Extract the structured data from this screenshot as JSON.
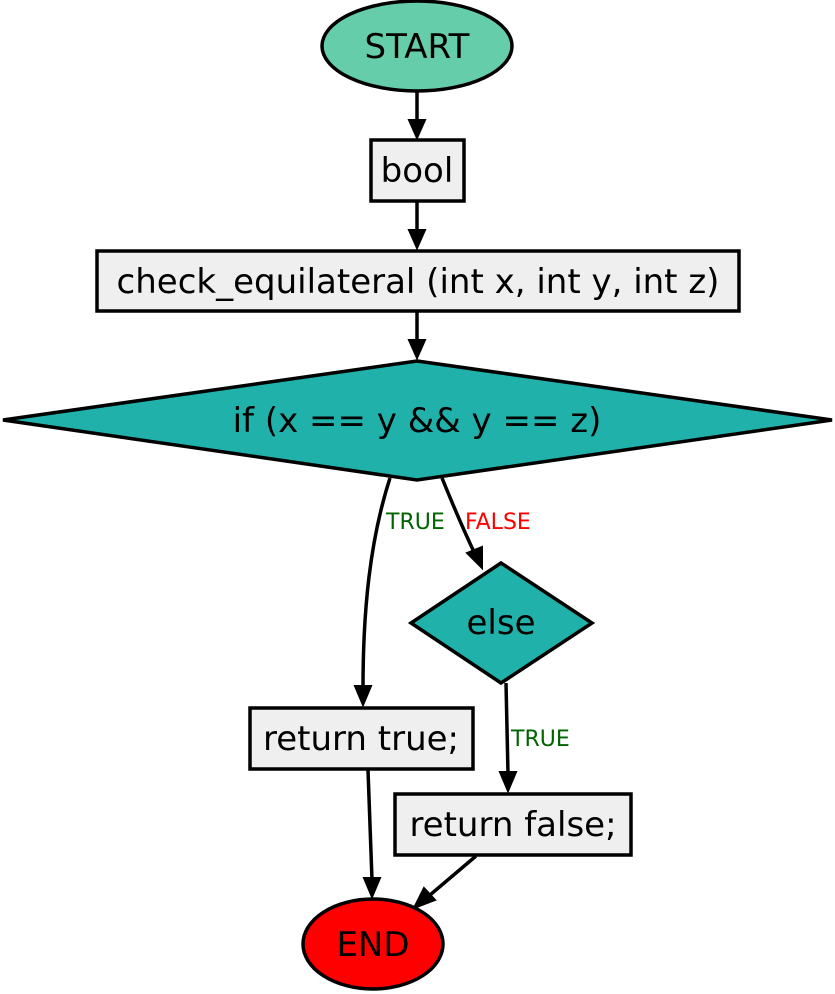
{
  "colors": {
    "start_fill": "#66cdaa",
    "end_fill": "#ff0000",
    "decision_fill": "#20b2aa",
    "process_fill": "#efefef",
    "true_label": "#006400",
    "false_label": "#ff0000"
  },
  "nodes": {
    "start": "START",
    "return_type": "bool",
    "signature": "check_equilateral (int x, int y, int z)",
    "condition": "if (x == y && y == z)",
    "else": "else",
    "return_true": "return true;",
    "return_false": "return false;",
    "end": "END"
  },
  "edges": {
    "cond_true": "TRUE",
    "cond_false": "FALSE",
    "else_true": "TRUE"
  }
}
